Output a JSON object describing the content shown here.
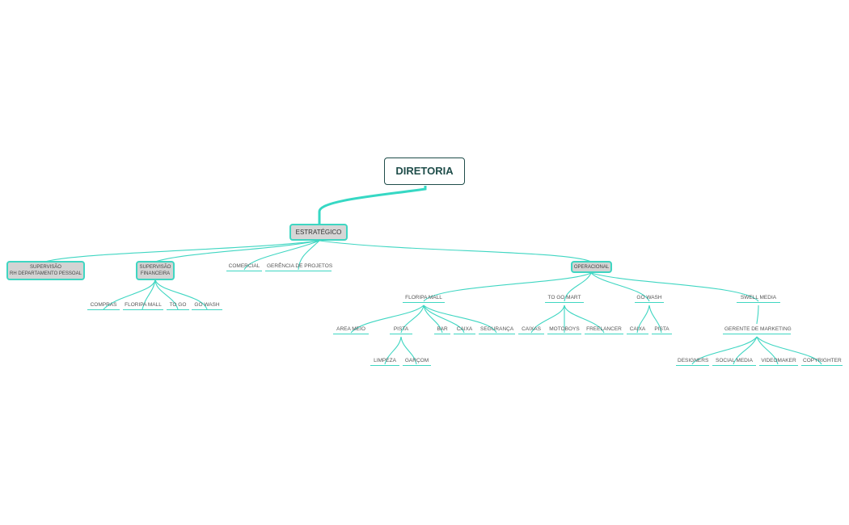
{
  "diagram": {
    "root": "DIRETORIA",
    "main": "ESTRATÉGICO",
    "sup_rh": [
      "SUPERVISÃO",
      "RH DEPARTAMENTO PESSOAL"
    ],
    "sup_fin": [
      "SUPERVISÃO",
      "FINANCEIRA"
    ],
    "fin_children": [
      "COMPRAS",
      "FLORIPA MALL",
      "TO GO",
      "GO WASH"
    ],
    "comercial": "COMERCIAL",
    "gerencia": "GERÊNCIA DE PROJETOS",
    "operacional": "OPERACIONAL",
    "floripa": {
      "label": "FLORIPA MALL",
      "children": [
        "AREA MEIO",
        "PISTA",
        "BAR",
        "CAIXA",
        "SEGURANÇA"
      ],
      "pista_children": [
        "LIMPEZA",
        "GARÇOM"
      ]
    },
    "togo_mart": {
      "label": "TO GO MART",
      "children": [
        "CAIXAS",
        "MOTOBOYS",
        "FREELANCER"
      ]
    },
    "go_wash": {
      "label": "GO WASH",
      "children": [
        "CAIXA",
        "PISTA"
      ]
    },
    "swell": {
      "label": "SWELL MEDIA",
      "gerente": "GERENTE DE MARKETING",
      "children": [
        "DESIGNERS",
        "SOCIAL MEDIA",
        "VIDEOMAKER",
        "COPYRIGHTER"
      ]
    }
  },
  "colors": {
    "link": "#3fd6c2",
    "root_border": "#1f4d4a",
    "box_fill": "#d3d3d3"
  }
}
